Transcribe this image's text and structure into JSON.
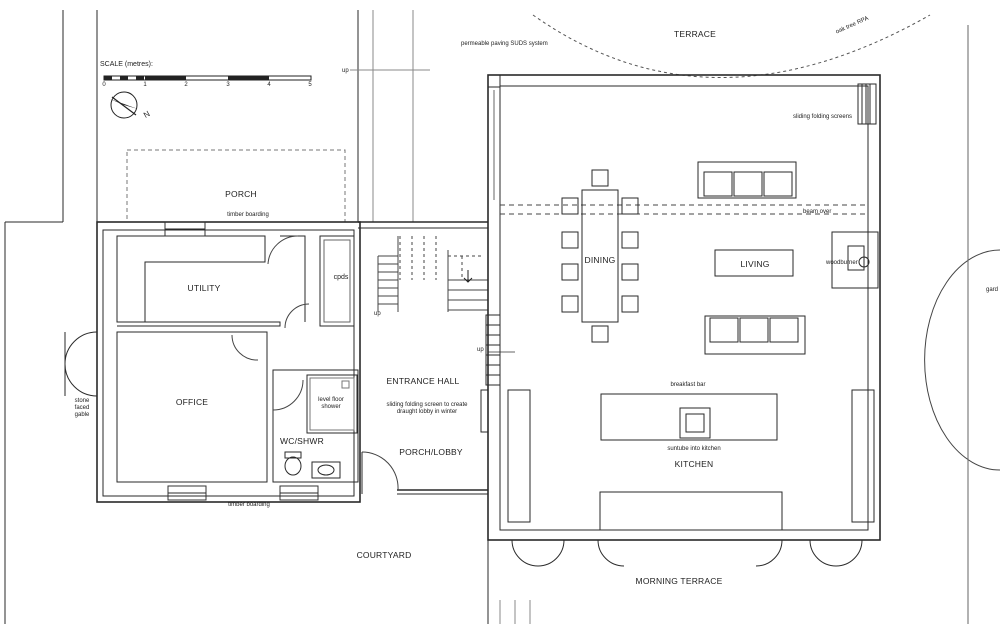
{
  "drawing": {
    "scale": {
      "title": "SCALE (metres):",
      "ticks": [
        "0",
        "1",
        "2",
        "3",
        "4",
        "5"
      ]
    },
    "north_label": "N",
    "rooms": {
      "terrace": "TERRACE",
      "porch_top": "PORCH",
      "utility": "UTILITY",
      "cpds": "cpds",
      "office": "OFFICE",
      "wc_shwr": "WC/SHWR",
      "entrance_hall": "ENTRANCE HALL",
      "porch_lobby": "PORCH/LOBBY",
      "courtyard": "COURTYARD",
      "dining": "DINING",
      "living": "LIVING",
      "kitchen": "KITCHEN",
      "morning_terrace": "MORNING TERRACE"
    },
    "notes": {
      "permeable_paving": "permeable paving SUDS system",
      "oak_tree": "oak tree RPA",
      "sliding_folding": "sliding folding screens",
      "timber_top": "timber boarding",
      "timber_bottom": "timber boarding",
      "beam": "beam over",
      "woodburner": "woodburner",
      "up_top": "up",
      "up_stairs": "up",
      "up_hall": "up",
      "level_floor": "level floor shower",
      "sliding_screen": "sliding folding screen to create draught lobby in winter",
      "stone_gable": "stone faced gable",
      "breakfast_bar": "breakfast bar",
      "suntube": "suntube into kitchen",
      "garden": "gard"
    }
  }
}
